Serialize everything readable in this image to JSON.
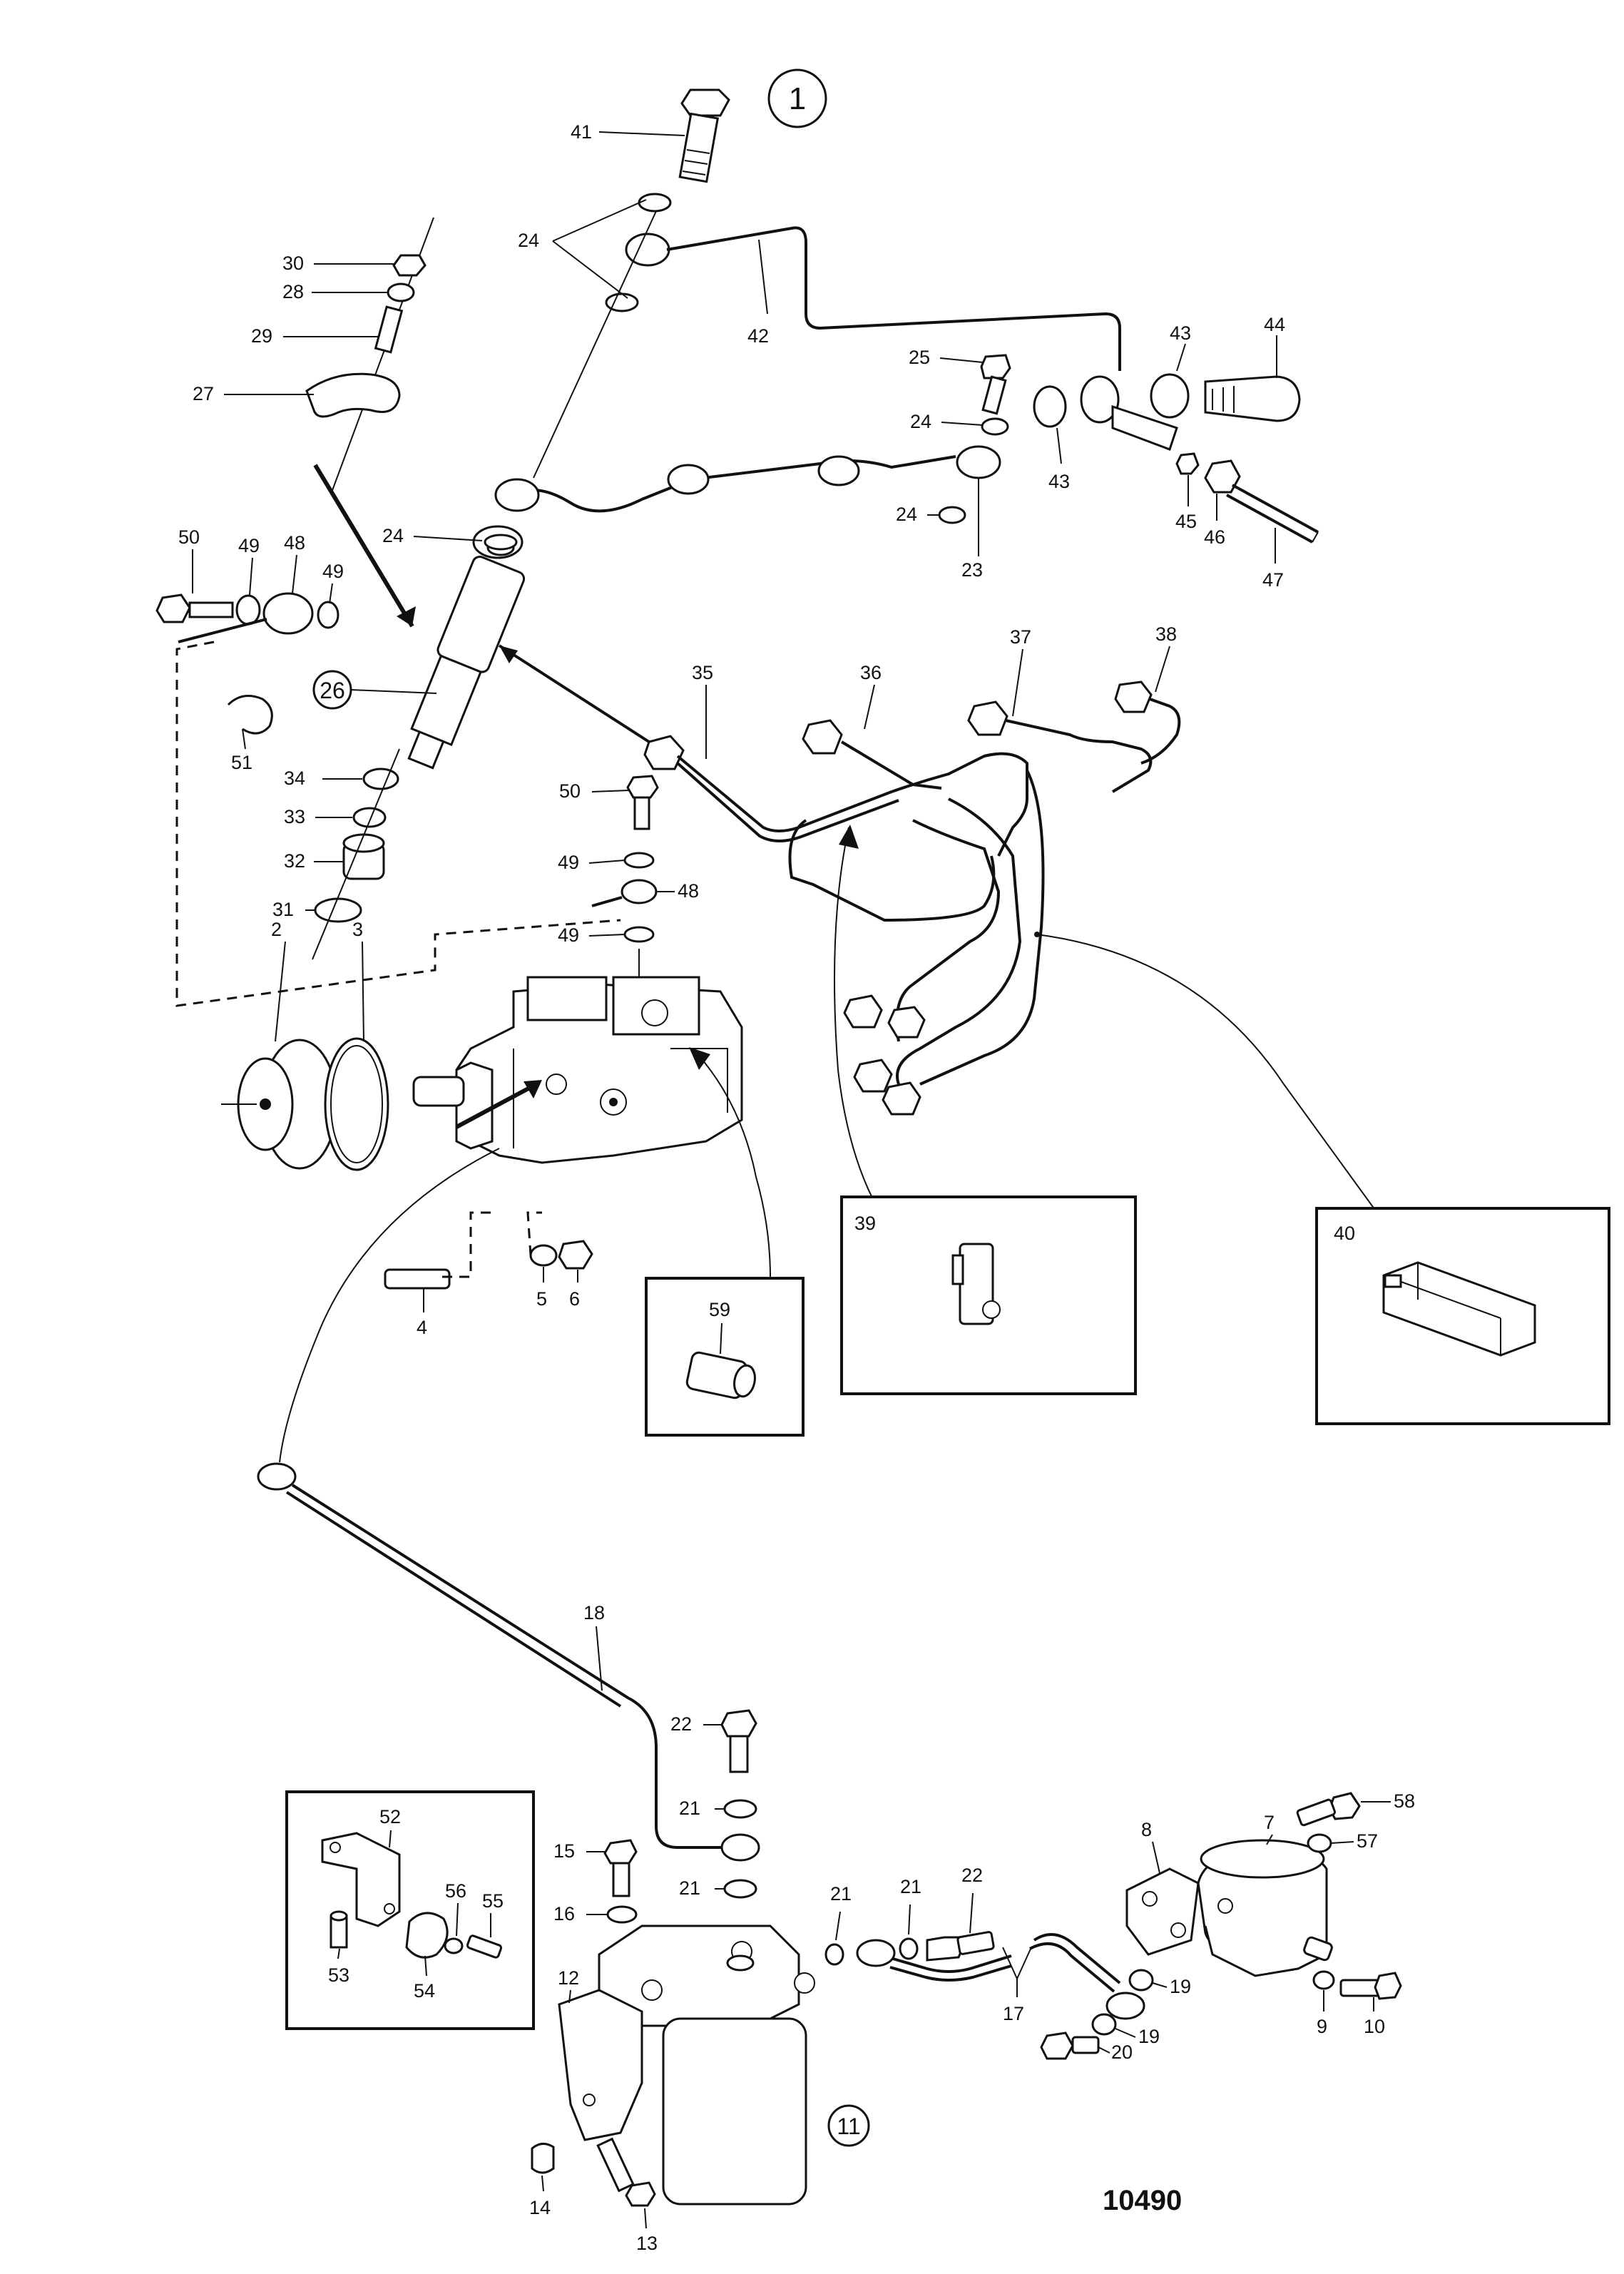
{
  "diagram": {
    "figure_number": "10490",
    "group_callouts": {
      "injector_group": "1",
      "filter_group": "11",
      "injector_26": "26"
    },
    "inset_labels": {
      "inset_39": "39",
      "inset_40": "40",
      "inset_59": "59"
    },
    "part_labels": {
      "p2": "2",
      "p3": "3",
      "p4": "4",
      "p5": "5",
      "p6": "6",
      "p7": "7",
      "p8": "8",
      "p9": "9",
      "p10": "10",
      "p12": "12",
      "p13": "13",
      "p14": "14",
      "p15": "15",
      "p16": "16",
      "p17": "17",
      "p18": "18",
      "p19a": "19",
      "p19b": "19",
      "p20": "20",
      "p21a": "21",
      "p21b": "21",
      "p21c": "21",
      "p21d": "21",
      "p22a": "22",
      "p22b": "22",
      "p23": "23",
      "p24a": "24",
      "p24b": "24",
      "p24c": "24",
      "p24d": "24",
      "p25": "25",
      "p27": "27",
      "p28": "28",
      "p29": "29",
      "p30": "30",
      "p31": "31",
      "p32": "32",
      "p33": "33",
      "p34": "34",
      "p35": "35",
      "p36": "36",
      "p37": "37",
      "p38": "38",
      "p41": "41",
      "p42": "42",
      "p43a": "43",
      "p43b": "43",
      "p44": "44",
      "p45": "45",
      "p46": "46",
      "p47": "47",
      "p48a": "48",
      "p48b": "48",
      "p49a": "49",
      "p49b": "49",
      "p49c": "49",
      "p49d": "49",
      "p50a": "50",
      "p50b": "50",
      "p51": "51",
      "p52": "52",
      "p53": "53",
      "p54": "54",
      "p55": "55",
      "p56": "56",
      "p57": "57",
      "p58": "58"
    }
  }
}
